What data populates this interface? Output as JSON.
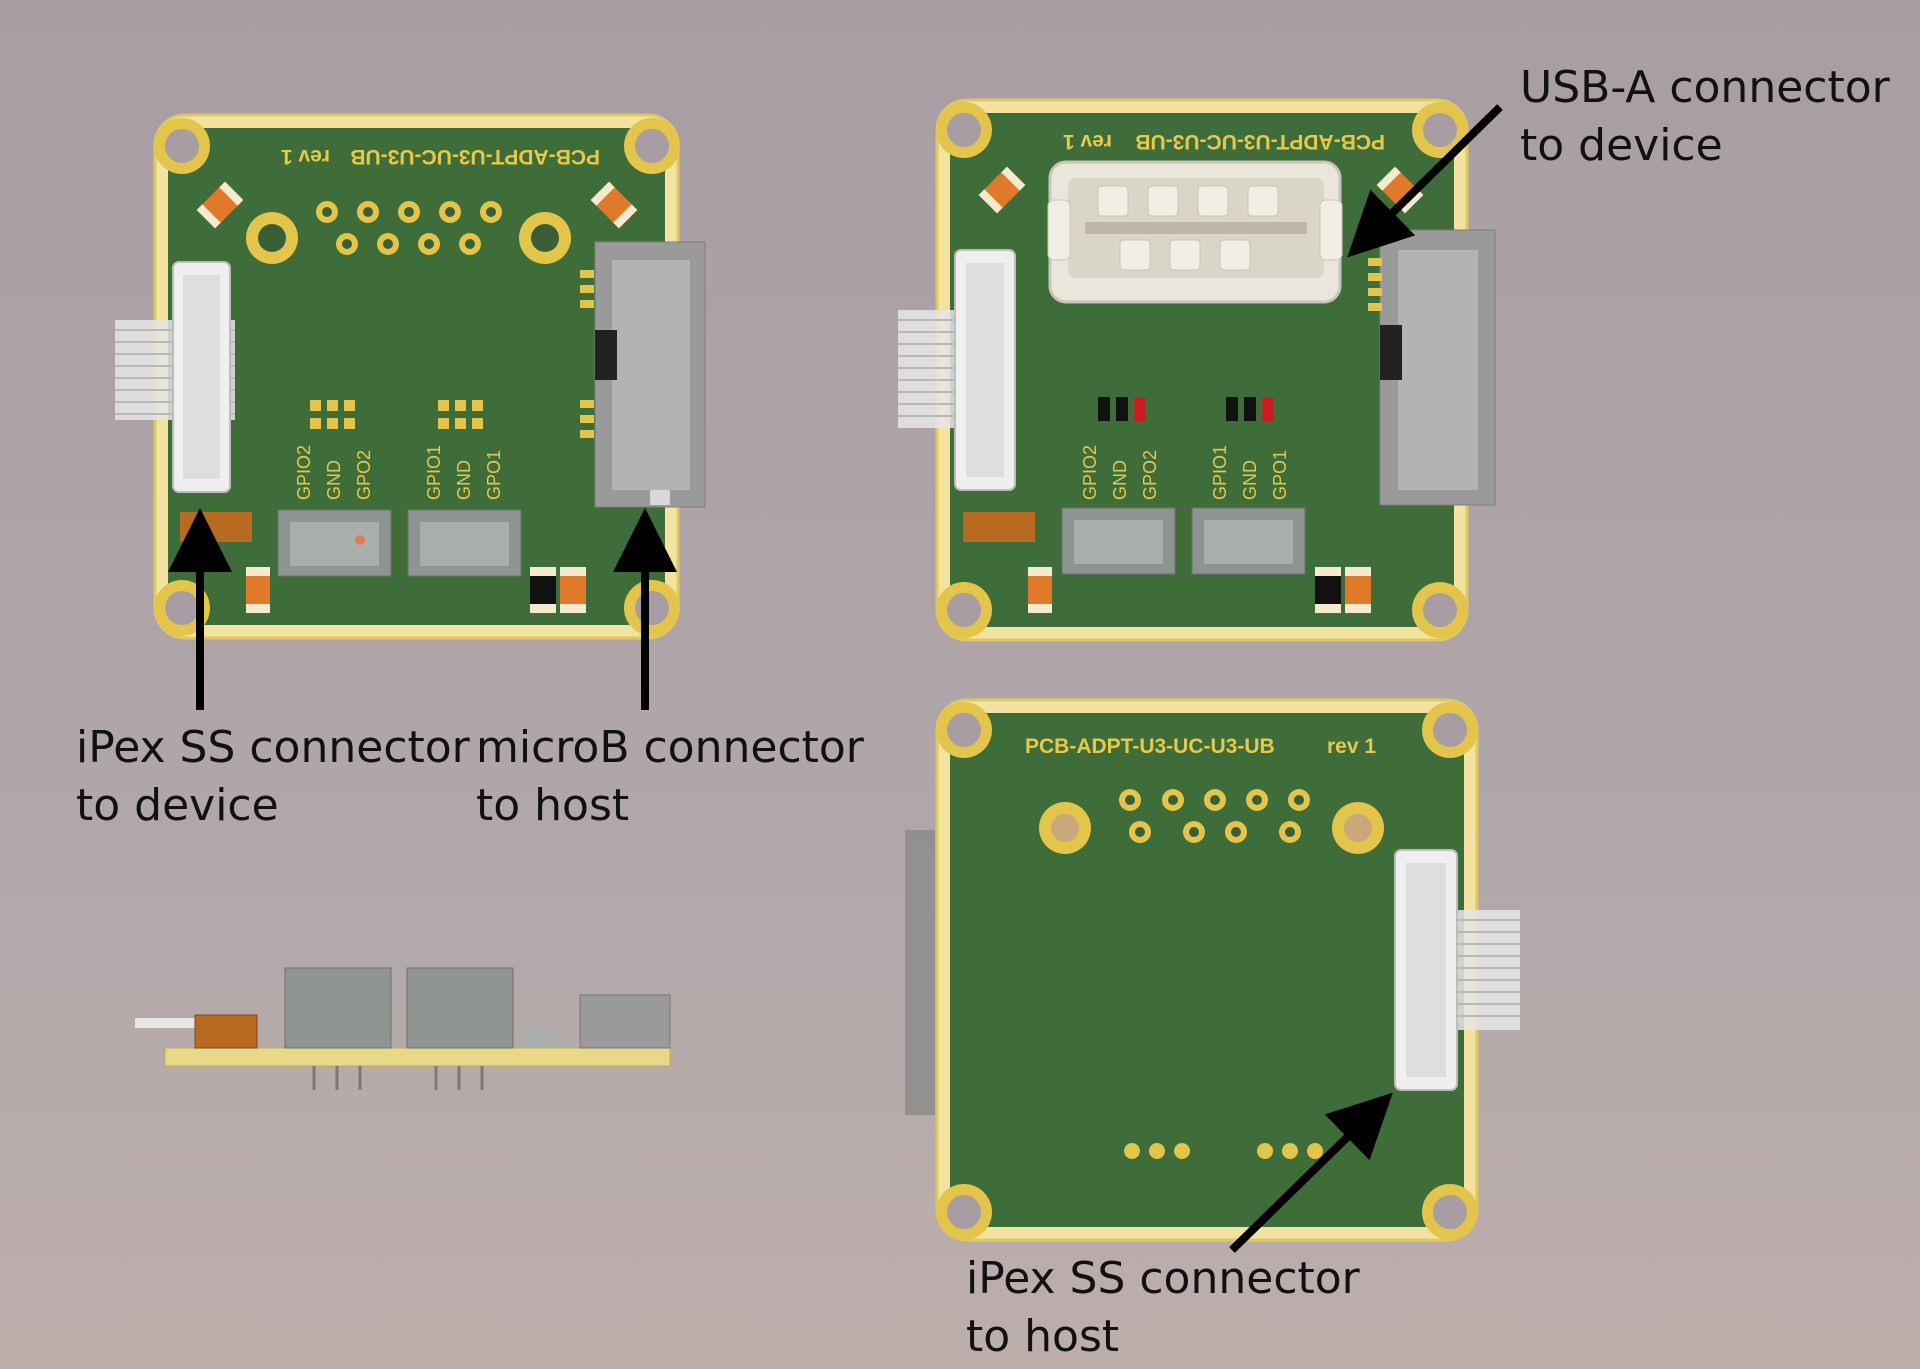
{
  "boards": {
    "top_left": {
      "silkscreen_title": "PCB-ADPT-U3-UC-U3-UB",
      "silkscreen_rev": "rev 1",
      "header_labels": [
        "GPIO2",
        "GND",
        "GPO2",
        "GPIO1",
        "GND",
        "GPO1"
      ]
    },
    "top_right": {
      "silkscreen_title": "PCB-ADPT-U3-UC-U3-UB",
      "silkscreen_rev": "rev 1",
      "header_labels": [
        "GPIO2",
        "GND",
        "GPO2",
        "GPIO1",
        "GND",
        "GPO1"
      ]
    },
    "bottom_right": {
      "silkscreen_title": "PCB-ADPT-U3-UC-U3-UB",
      "silkscreen_rev": "rev 1"
    }
  },
  "callouts": {
    "ipex_device": {
      "line1": "iPex SS connector",
      "line2": "to device"
    },
    "microb_host": {
      "line1": "microB connector",
      "line2": "to host"
    },
    "usba_device": {
      "line1": "USB-A connector",
      "line2": "to device"
    },
    "ipex_host": {
      "line1": "iPex SS connector",
      "line2": "to host"
    }
  },
  "colors": {
    "pcb_green": "#3f6d3a",
    "pcb_edge_gold": "#f0df8a",
    "pad_gold": "#d8b830",
    "component_orange": "#e07a2a",
    "connector_grey": "#9a9a9a",
    "arrow": "#000000"
  }
}
